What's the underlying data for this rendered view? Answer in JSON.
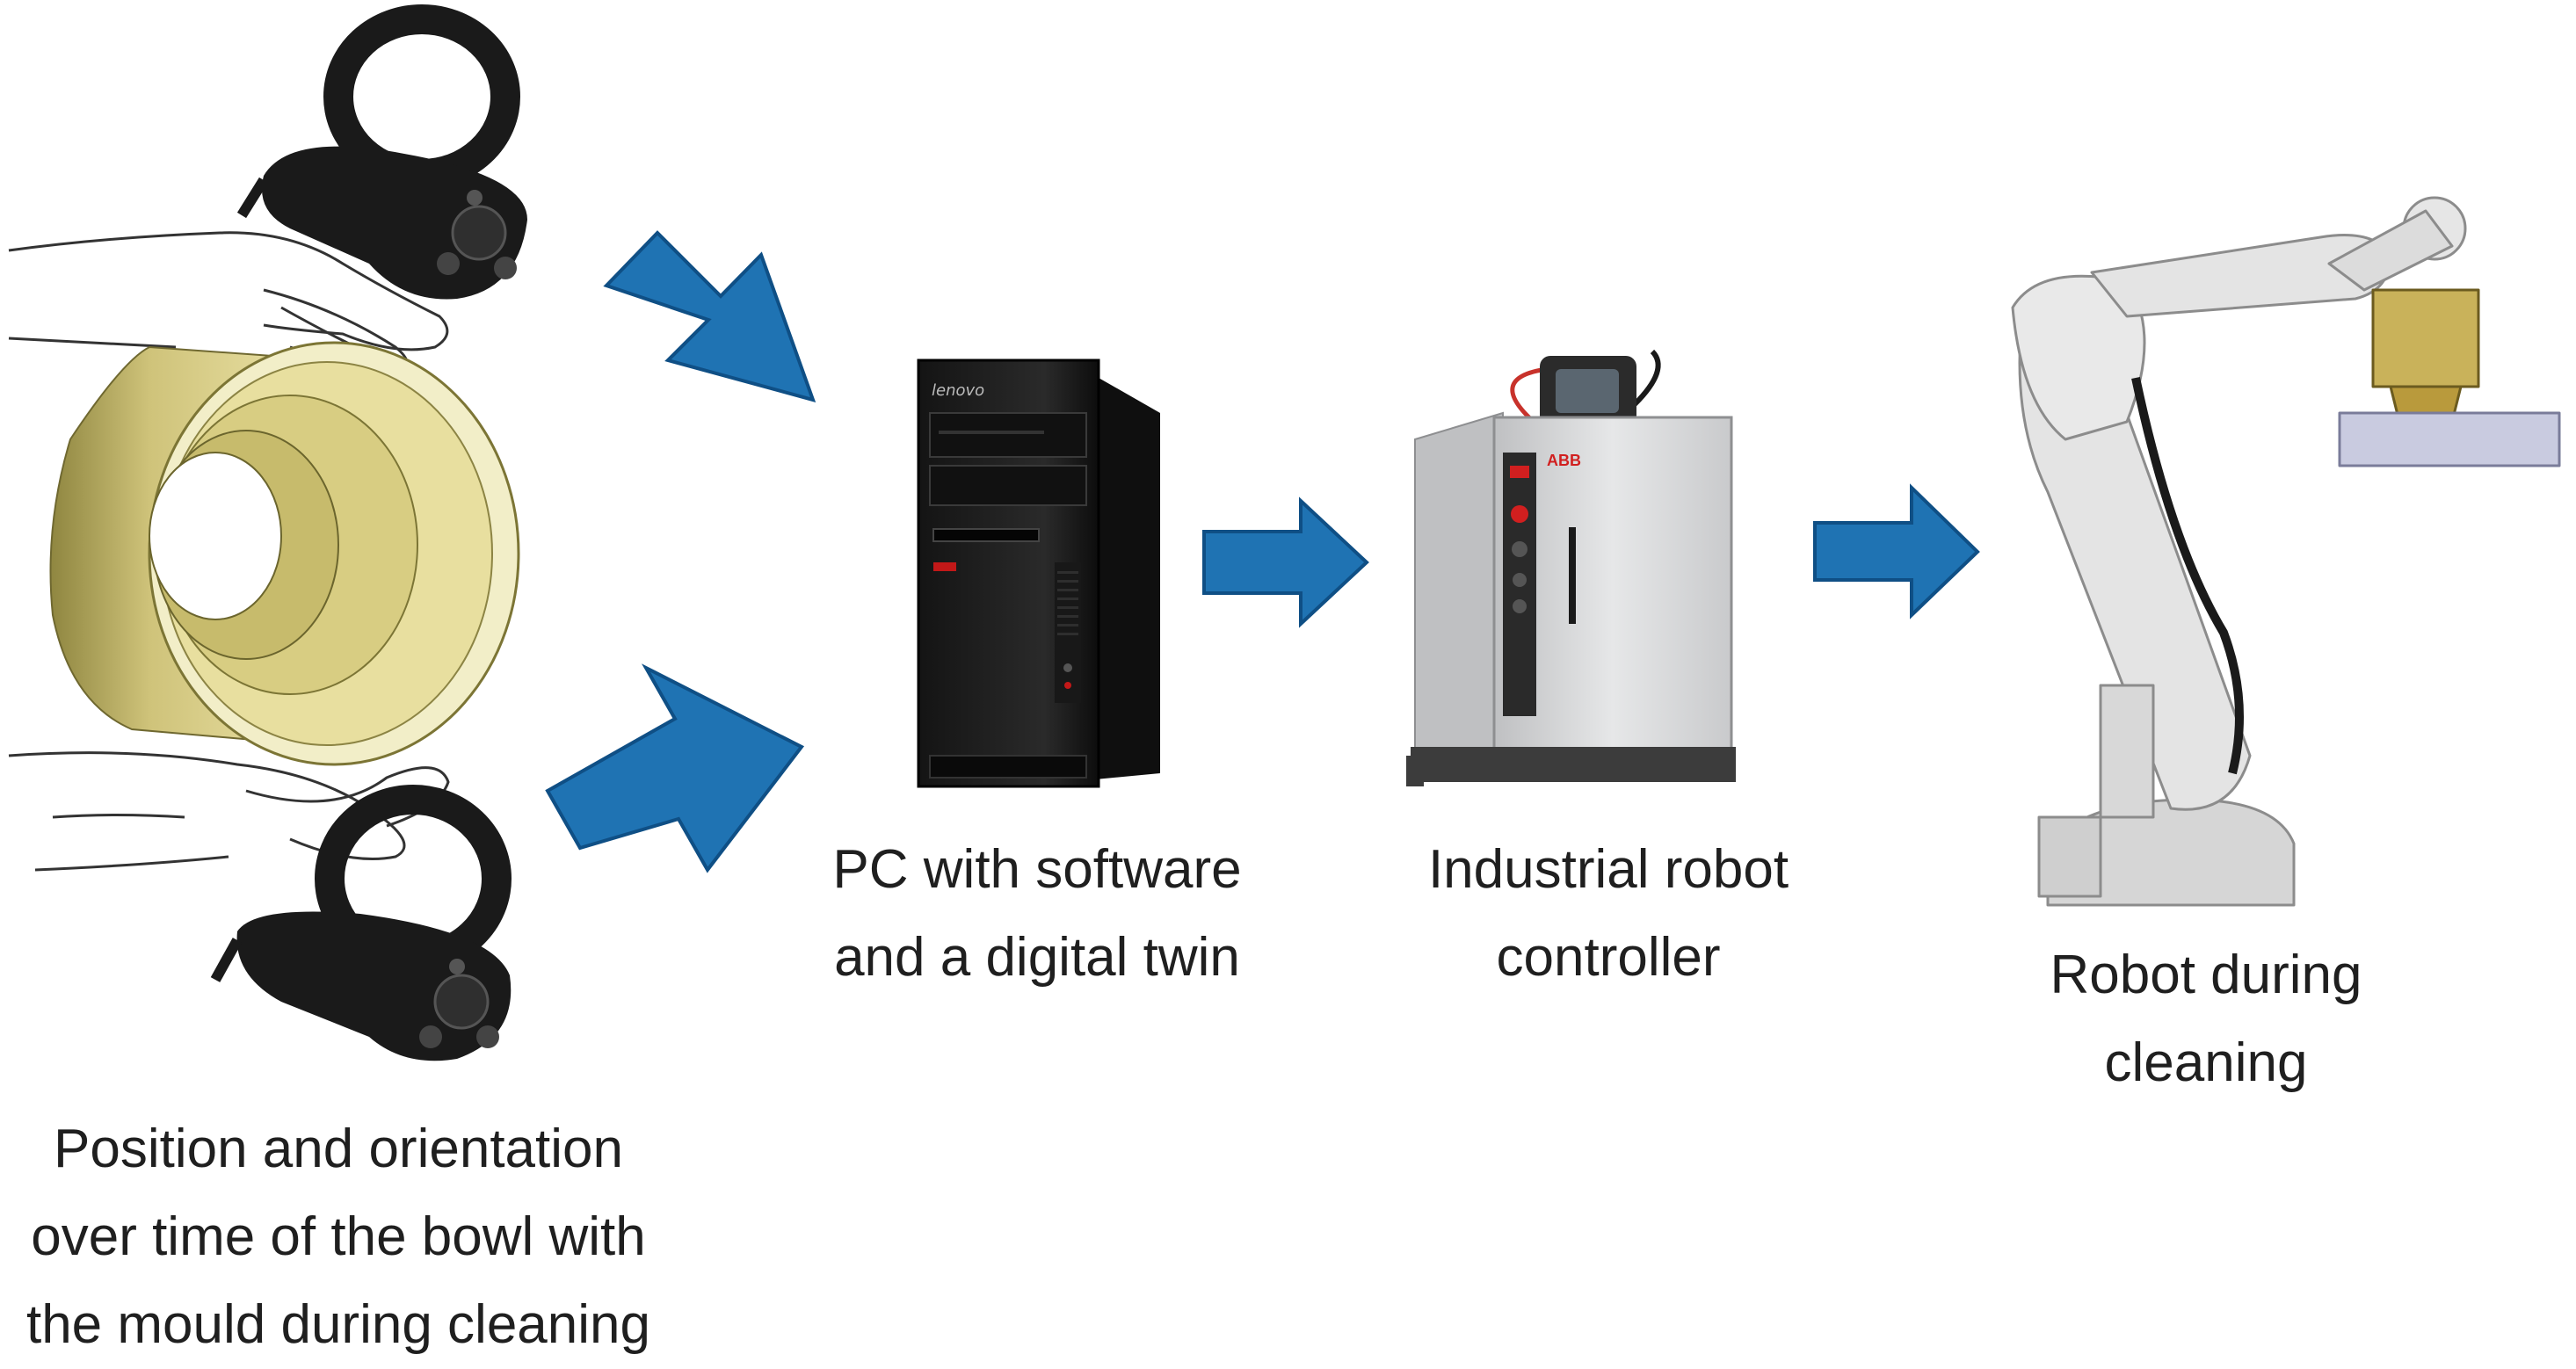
{
  "captions": {
    "input": [
      "Position and orientation",
      "over time of the bowl with",
      "the mould during cleaning"
    ],
    "pc": [
      "PC with software",
      "and a digital twin"
    ],
    "controller": [
      "Industrial robot",
      "controller"
    ],
    "robot": [
      "Robot during",
      "cleaning"
    ]
  },
  "pc_brand": "lenovo",
  "controller_brand": "ABB",
  "colors": {
    "arrow_fill": "#1f73b3",
    "arrow_stroke": "#0f4f85",
    "bowl": "#e6dc8c",
    "controller_body": "#d9dadb",
    "robot_body": "#e4e4e4",
    "pc_body": "#1c1c1c",
    "vr_controller": "#1a1a1a"
  },
  "icons": [
    "vr-controller-icon",
    "hand-icon",
    "bowl-mould-icon",
    "pc-tower-icon",
    "robot-controller-cabinet-icon",
    "industrial-robot-arm-icon",
    "flow-arrow-icon"
  ]
}
